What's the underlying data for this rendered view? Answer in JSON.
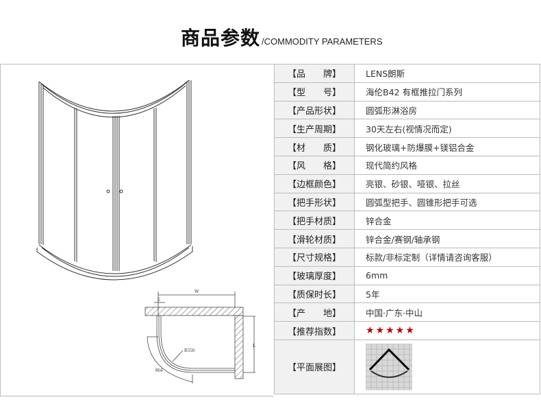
{
  "title": {
    "cn": "商品参数",
    "en": "/COMMODITY PARAMETERS"
  },
  "params": [
    {
      "label": "【品　　牌】",
      "value": "LENS朗斯"
    },
    {
      "label": "【型　　号】",
      "value": "海伦B42  有框推拉门系列"
    },
    {
      "label": "【产品形状】",
      "value": "圆弧形淋浴房"
    },
    {
      "label": "【生产周期】",
      "value": "30天左右(视情况而定)"
    },
    {
      "label": "【材　　质】",
      "value": "钢化玻璃+防爆膜+镁铝合金"
    },
    {
      "label": "【风　　格】",
      "value": "现代简约风格"
    },
    {
      "label": "【边框颜色】",
      "value": "亮银、砂银、哑银、拉丝"
    },
    {
      "label": "【把手形状】",
      "value": "圆弧型把手、圆锥形把手可选"
    },
    {
      "label": "【把手材质】",
      "value": "锌合金"
    },
    {
      "label": "【滑轮材质】",
      "value": "锌合金/赛钢/轴承钢"
    },
    {
      "label": "【尺寸规格】",
      "value": "标款/非标定制（详情请咨询客服）"
    },
    {
      "label": "【玻璃厚度】",
      "value": "6mm"
    },
    {
      "label": "【质保时长】",
      "value": "5年"
    },
    {
      "label": "【产　　地】",
      "value": "中国·广东·中山"
    },
    {
      "label": "【推荐指数】",
      "value": "★★★★★",
      "rating": 5
    },
    {
      "label": "【平面展图】"
    }
  ],
  "drawing_labels": {
    "w": "W",
    "e": "E",
    "l": "L",
    "r": "R550",
    "arc": "864"
  },
  "colors": {
    "star": "#c00000",
    "label_bg": "#f1f1f1",
    "border": "#bbbbbb"
  }
}
